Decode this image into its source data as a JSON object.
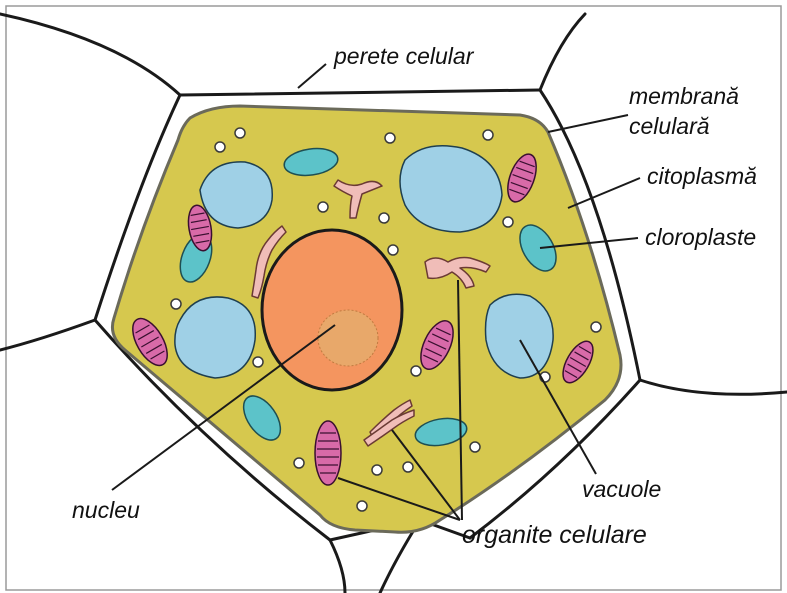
{
  "labels": {
    "cell_wall": "perete celular",
    "membrane_line1": "membrană",
    "membrane_line2": "celulară",
    "cytoplasm": "citoplasmă",
    "chloroplasts": "cloroplaste",
    "vacuoles": "vacuole",
    "nucleus": "nucleu",
    "organelles": "organite celulare"
  },
  "colors": {
    "cytoplasm": "#d6c84e",
    "membrane": "#6b6a5a",
    "wall_fill": "#ffffff",
    "wall_line": "#1a1a1a",
    "vacuole": "#9fd0e6",
    "chloroplast": "#5cc3c9",
    "nucleus": "#f4955f",
    "nucleolus": "#e8a86a",
    "mitochondrion": "#d86aa8",
    "golgi": "#f0bdb8",
    "vesicle": "#ffffff"
  }
}
